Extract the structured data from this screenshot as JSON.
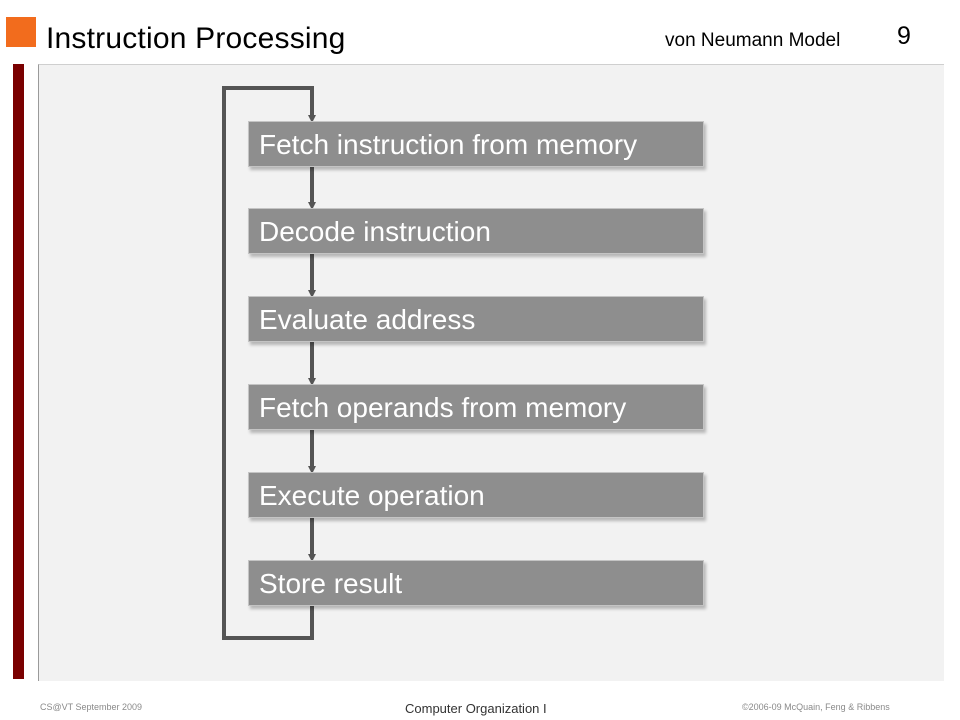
{
  "header": {
    "title": "Instruction Processing",
    "section": "von Neumann Model",
    "page_number": "9"
  },
  "flow": {
    "steps": [
      {
        "label": "Fetch instruction from memory"
      },
      {
        "label": "Decode instruction"
      },
      {
        "label": "Evaluate address"
      },
      {
        "label": "Fetch operands from memory"
      },
      {
        "label": "Execute operation"
      },
      {
        "label": "Store result"
      }
    ]
  },
  "footer": {
    "left": "CS@VT September 2009",
    "center": "Computer Organization I",
    "right": "©2006-09  McQuain, Feng & Ribbens"
  },
  "colors": {
    "accent_orange": "#f26c1d",
    "left_bar": "#7a0000",
    "box_fill": "#8e8e8e",
    "connector": "#555555",
    "content_bg": "#f2f2f2"
  }
}
